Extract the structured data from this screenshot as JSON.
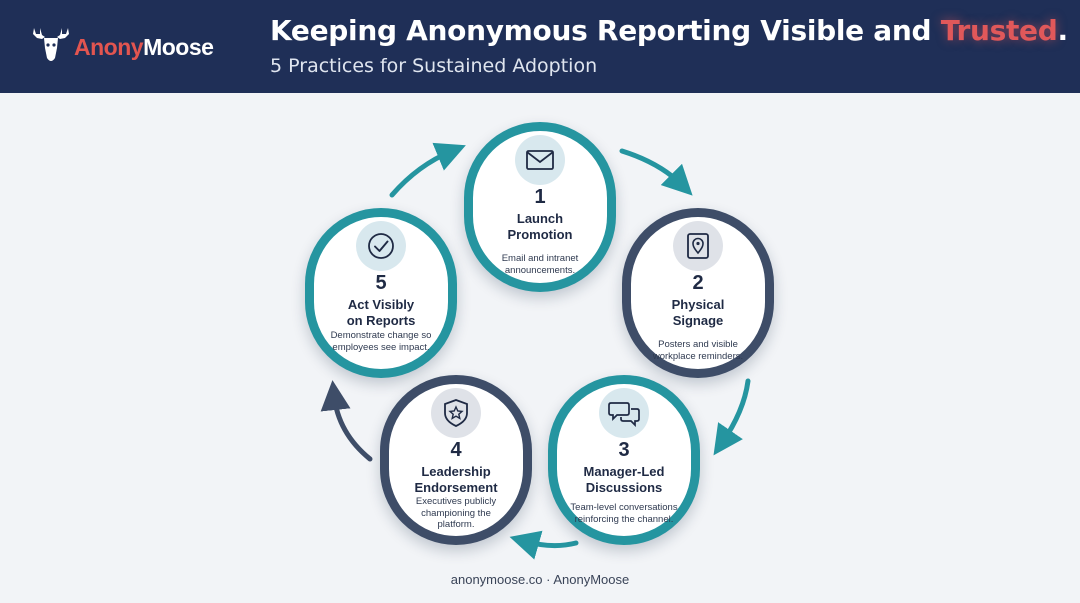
{
  "header": {
    "logo_part1": "Anony",
    "logo_part2": "Moose",
    "title_main": "Keeping Anonymous Reporting Visible and ",
    "title_accent": "Trusted",
    "title_end": ".",
    "subtitle": "5 Practices for Sustained Adoption"
  },
  "colors": {
    "header_bg": "#1f2f57",
    "accent_red": "#e25550",
    "teal": "#2595a0",
    "slate": "#3e4d68",
    "background": "#f2f4f7"
  },
  "steps": [
    {
      "number": "1",
      "title_line1": "Launch",
      "title_line2": "Promotion",
      "desc_line1": "Email and intranet",
      "desc_line2": "announcements.",
      "desc_line3": "",
      "icon": "envelope-icon",
      "color": "teal"
    },
    {
      "number": "2",
      "title_line1": "Physical",
      "title_line2": "Signage",
      "desc_line1": "Posters and visible",
      "desc_line2": "workplace reminders.",
      "desc_line3": "",
      "icon": "map-pin-icon",
      "color": "slate"
    },
    {
      "number": "3",
      "title_line1": "Manager-Led",
      "title_line2": "Discussions",
      "desc_line1": "Team-level conversations",
      "desc_line2": "reinforcing the channel.",
      "desc_line3": "",
      "icon": "chat-bubbles-icon",
      "color": "teal"
    },
    {
      "number": "4",
      "title_line1": "Leadership",
      "title_line2": "Endorsement",
      "desc_line1": "Executives publicly",
      "desc_line2": "championing the",
      "desc_line3": "platform.",
      "icon": "badge-star-icon",
      "color": "slate"
    },
    {
      "number": "5",
      "title_line1": "Act Visibly",
      "title_line2": "on Reports",
      "desc_line1": "Demonstrate change so",
      "desc_line2": "employees see impact.",
      "desc_line3": "",
      "icon": "checkmark-icon",
      "color": "teal"
    }
  ],
  "footer": {
    "text": "anonymoose.co · AnonyMoose"
  }
}
